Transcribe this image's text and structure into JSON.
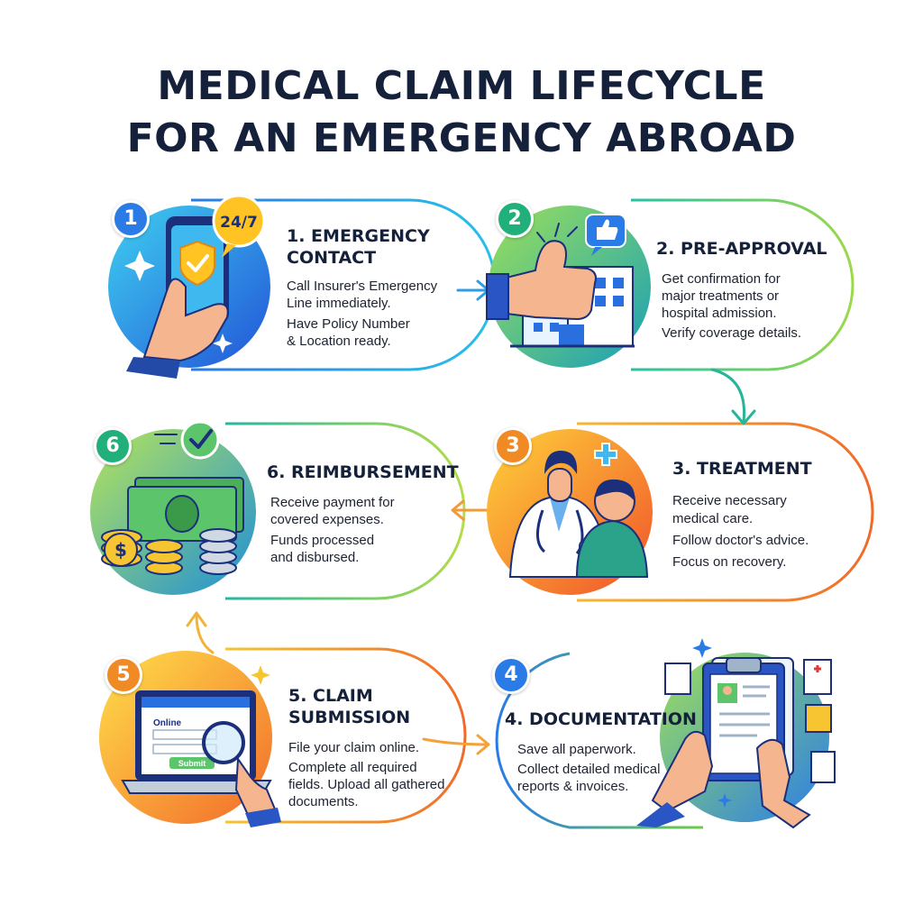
{
  "title": {
    "line1": "MEDICAL CLAIM LIFECYCLE",
    "line2": "FOR AN EMERGENCY ABROAD"
  },
  "steps": [
    {
      "number": "1",
      "title_lines": [
        "1. EMERGENCY",
        "CONTACT"
      ],
      "body_lines": [
        "Call Insurer's Emergency",
        "Line immediately.",
        "Have Policy Number",
        "& Location ready."
      ],
      "badge_text": "24/7",
      "icon": "smartphone-shield-icon",
      "color": "#2e7be6"
    },
    {
      "number": "2",
      "title_lines": [
        "2. PRE-APPROVAL"
      ],
      "body_lines": [
        "Get confirmation for",
        "major treatments or",
        "hospital admission.",
        "Verify coverage details."
      ],
      "icon": "thumbs-up-hospital-icon",
      "color": "#22b07a"
    },
    {
      "number": "3",
      "title_lines": [
        "3. TREATMENT"
      ],
      "body_lines": [
        "Receive necessary",
        "medical care.",
        "Follow doctor's advice.",
        "Focus on recovery."
      ],
      "icon": "doctor-patient-icon",
      "color": "#f08a24"
    },
    {
      "number": "4",
      "title_lines": [
        "4. DOCUMENTATION"
      ],
      "body_lines": [
        "Save all paperwork.",
        "Collect detailed medical",
        "reports & invoices."
      ],
      "icon": "clipboard-documents-icon",
      "color": "#2e7be6"
    },
    {
      "number": "5",
      "title_lines": [
        "5. CLAIM",
        "SUBMISSION"
      ],
      "body_lines": [
        "File your claim online.",
        "Complete all required",
        "fields. Upload all gathered",
        "documents."
      ],
      "form_label": "Online",
      "submit_label": "Submit",
      "icon": "laptop-form-icon",
      "color": "#f08a24"
    },
    {
      "number": "6",
      "title_lines": [
        "6. REIMBURSEMENT"
      ],
      "body_lines": [
        "Receive payment for",
        "covered expenses.",
        "Funds processed",
        "and disbursed."
      ],
      "icon": "money-coins-icon",
      "color": "#2aa38a"
    }
  ]
}
